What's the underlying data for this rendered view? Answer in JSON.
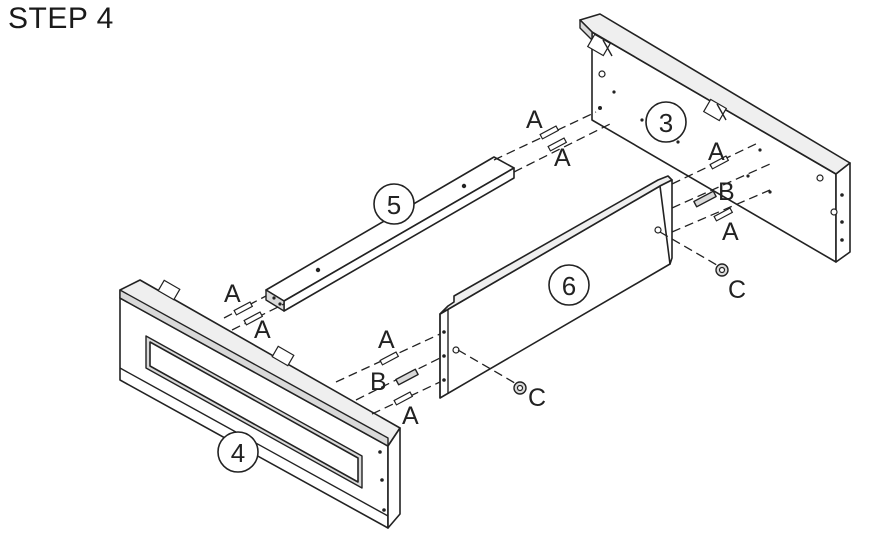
{
  "title": "STEP 4",
  "parts": {
    "p3": "3",
    "p4": "4",
    "p5": "5",
    "p6": "6"
  },
  "hardware": {
    "a": "A",
    "b": "B",
    "c": "C"
  }
}
